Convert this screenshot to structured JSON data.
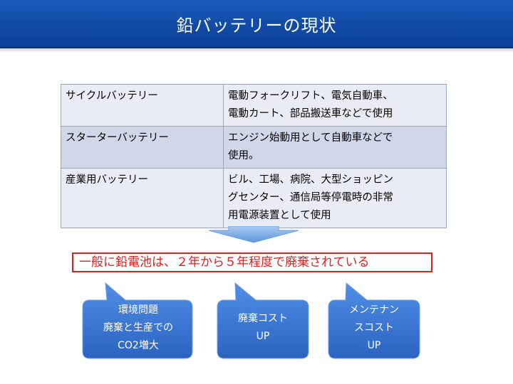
{
  "slide": {
    "title": "鉛バッテリーの現状"
  },
  "table": {
    "rows": [
      {
        "name": "サイクルバッテリー",
        "use_lines": [
          "電動フォークリフト、電気自動車、",
          "電動カート、部品搬送車などで使用"
        ]
      },
      {
        "name": "スターターバッテリー",
        "use_lines": [
          "エンジン始動用として自動車などで",
          "使用。"
        ]
      },
      {
        "name": "産業用バッテリー",
        "use_lines": [
          "ビル、工場、病院、大型ショッピン",
          "グセンター、通信局等停電時の非常",
          "用電源装置として使用"
        ]
      }
    ]
  },
  "notice": {
    "text": "一般に鉛電池は、２年から５年程度で廃棄されている"
  },
  "bubbles": [
    {
      "lines": [
        "環境問題",
        "廃棄と生産での",
        "CO2増大"
      ]
    },
    {
      "lines": [
        "廃棄コスト",
        "UP"
      ]
    },
    {
      "lines": [
        "メンテナン",
        "スコスト",
        "UP"
      ]
    }
  ],
  "colors": {
    "title_bar": "#0b3f98",
    "notice_border": "#e02020",
    "bubble_fill": "#3a78d4",
    "arrow_fill": "#7aaee8"
  }
}
